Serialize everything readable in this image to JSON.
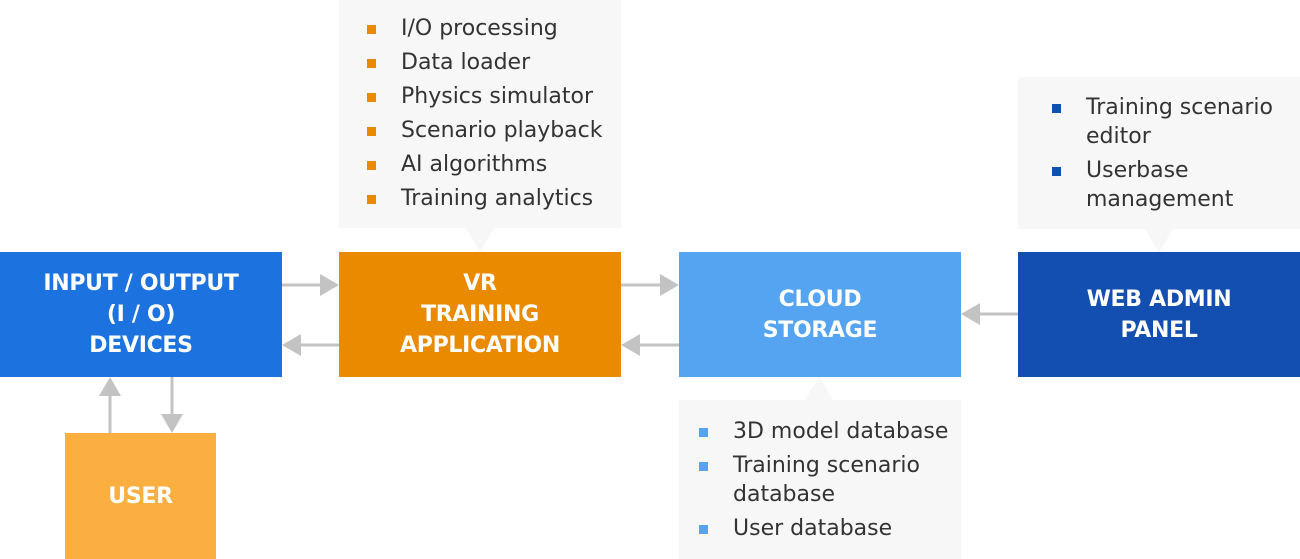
{
  "colors": {
    "io_devices": "#1c73df",
    "vr_app": "#ea8a00",
    "cloud": "#55a4f2",
    "web_admin": "#134fb0",
    "user": "#fbaf40",
    "callout_bg": "#f7f7f7",
    "arrow": "#c3c3c3",
    "text_dark": "#333333"
  },
  "nodes": {
    "io_devices": {
      "label": "INPUT / OUTPUT\n(I / O)\nDEVICES"
    },
    "vr_app": {
      "label": "VR\nTRAINING\nAPPLICATION"
    },
    "cloud": {
      "label": "CLOUD\nSTORAGE"
    },
    "web_admin": {
      "label": "WEB ADMIN\nPANEL"
    },
    "user": {
      "label": "USER"
    }
  },
  "callouts": {
    "vr_app": {
      "items": [
        "I/O processing",
        "Data loader",
        "Physics simulator",
        "Scenario playback",
        "AI algorithms",
        "Training analytics"
      ]
    },
    "web_admin": {
      "items": [
        "Training scenario editor",
        "Userbase management"
      ]
    },
    "cloud": {
      "items": [
        "3D model database",
        "Training scenario database",
        "User database"
      ]
    }
  },
  "edges": [
    {
      "from": "io_devices",
      "to": "vr_app"
    },
    {
      "from": "vr_app",
      "to": "io_devices"
    },
    {
      "from": "vr_app",
      "to": "cloud"
    },
    {
      "from": "cloud",
      "to": "vr_app"
    },
    {
      "from": "web_admin",
      "to": "cloud"
    },
    {
      "from": "user",
      "to": "io_devices"
    },
    {
      "from": "io_devices",
      "to": "user"
    }
  ]
}
